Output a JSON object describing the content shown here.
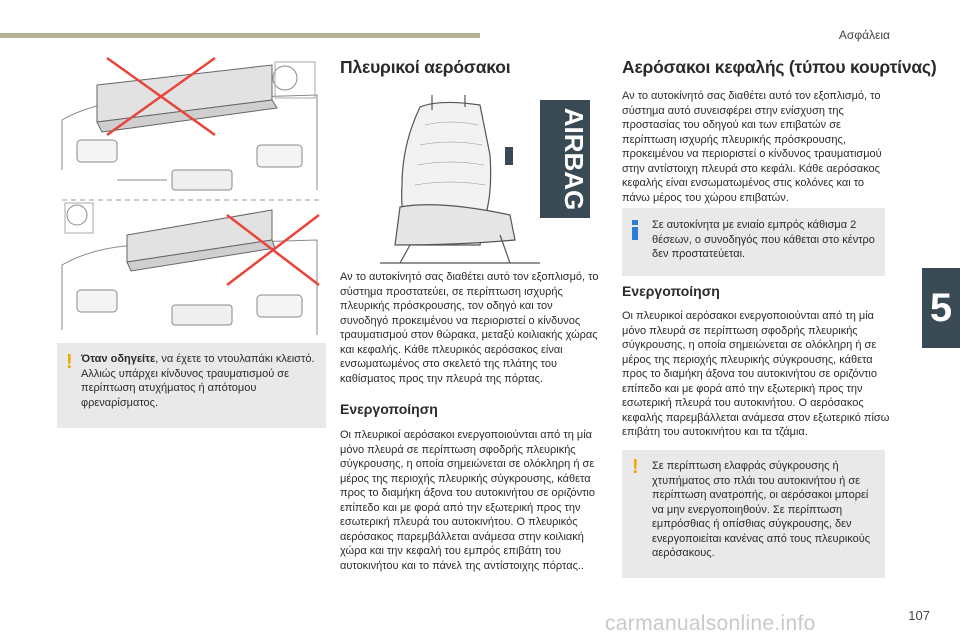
{
  "header": {
    "section_title": "Ασφάλεια"
  },
  "chapter": {
    "number": "5"
  },
  "footer": {
    "page_number": "107",
    "watermark": "carmanualsonline.info"
  },
  "airbag_label": "AIRBAG",
  "left_warning": {
    "bold": "Όταν οδηγείτε",
    "text": ", να έχετε το ντουλαπάκι κλειστό. Αλλιώς υπάρχει κίνδυνος τραυματισμού σε περίπτωση ατυχήματος ή απότομου φρεναρίσματος."
  },
  "side_airbags": {
    "title": "Πλευρικοί αερόσακοι",
    "intro": "Αν το αυτοκίνητό σας διαθέτει αυτό τον εξοπλισμό, το σύστημα προστατεύει, σε περίπτωση ισχυρής πλευρικής πρόσκρουσης, τον οδηγό και τον συνοδηγό προκειμένου να περιοριστεί ο κίνδυνος τραυματισμού στον θώρακα, μεταξύ κοιλιακής χώρας και κεφαλής. Κάθε πλευρικός αερόσακος είναι ενσωματωμένος στο σκελετό της πλάτης του καθίσματος προς την πλευρά της πόρτας.",
    "activation_title": "Ενεργοποίηση",
    "activation_text": "Οι πλευρικοί αερόσακοι ενεργοποιούνται από τη μία μόνο πλευρά σε περίπτωση σφοδρής πλευρικής σύγκρουσης, η οποία σημειώνεται σε ολόκληρη ή σε μέρος της περιοχής πλευρικής σύγκρουσης, κάθετα προς το διαμήκη άξονα του αυτοκινήτου σε οριζόντιο επίπεδο και με φορά από την εξωτερική προς την εσωτερική πλευρά του αυτοκινήτου. Ο πλευρικός αερόσακος παρεμβάλλεται ανάμεσα στην κοιλιακή χώρα και την κεφαλή του εμπρός επιβάτη του αυτοκινήτου και το πάνελ της αντίστοιχης πόρτας.."
  },
  "curtain_airbags": {
    "title": "Αερόσακοι κεφαλής (τύπου κουρτίνας)",
    "intro": "Αν το αυτοκίνητό σας διαθέτει αυτό τον εξοπλισμό, το σύστημα αυτό συνεισφέρει στην ενίσχυση της προστασίας του οδηγού και των επιβατών σε περίπτωση ισχυρής πλευρικής πρόσκρουσης, προκειμένου να περιοριστεί ο κίνδυνος τραυματισμού στην αντίστοιχη πλευρά στο κεφάλι. Κάθε αερόσακος κεφαλής είναι ενσωματωμένος στις κολόνες και το πάνω μέρος του χώρου επιβατών.",
    "info_note": "Σε αυτοκίνητα με ενιαίο εμπρός κάθισμα 2 θέσεων, ο συνοδηγός που κάθεται στο κέντρο δεν προστατεύεται.",
    "activation_title": "Ενεργοποίηση",
    "activation_text": "Οι πλευρικοί αερόσακοι ενεργοποιούνται από τη μία μόνο πλευρά σε περίπτωση σφοδρής πλευρικής σύγκρουσης, η οποία σημειώνεται σε ολόκληρη ή σε μέρος της περιοχής πλευρικής σύγκρουσης, κάθετα προς το διαμήκη άξονα του αυτοκινήτου σε οριζόντιο επίπεδο και με φορά από την εξωτερική προς την εσωτερική πλευρά του αυτοκινήτου. Ο αερόσακος κεφαλής παρεμβάλλεται ανάμεσα στον εξωτερικό πίσω επιβάτη του αυτοκινήτου και τα τζάμια.",
    "warning_note": "Σε περίπτωση ελαφράς σύγκρουσης ή χτυπήματος στο πλάι του αυτοκινήτου ή σε περίπτωση ανατροπής, οι αερόσακοι μπορεί να μην ενεργοποιηθούν. Σε περίπτωση εμπρόσθιας ή οπίσθιας σύγκρουσης, δεν ενεργοποιείται κανένας από τους πλευρικούς αερόσακους."
  },
  "colors": {
    "warning": "#f2a900",
    "info": "#2a7fd4",
    "cross": "#e8443a",
    "tab": "#3a4a55",
    "rule": "#b5b293",
    "box_bg": "#e9e9e9"
  }
}
